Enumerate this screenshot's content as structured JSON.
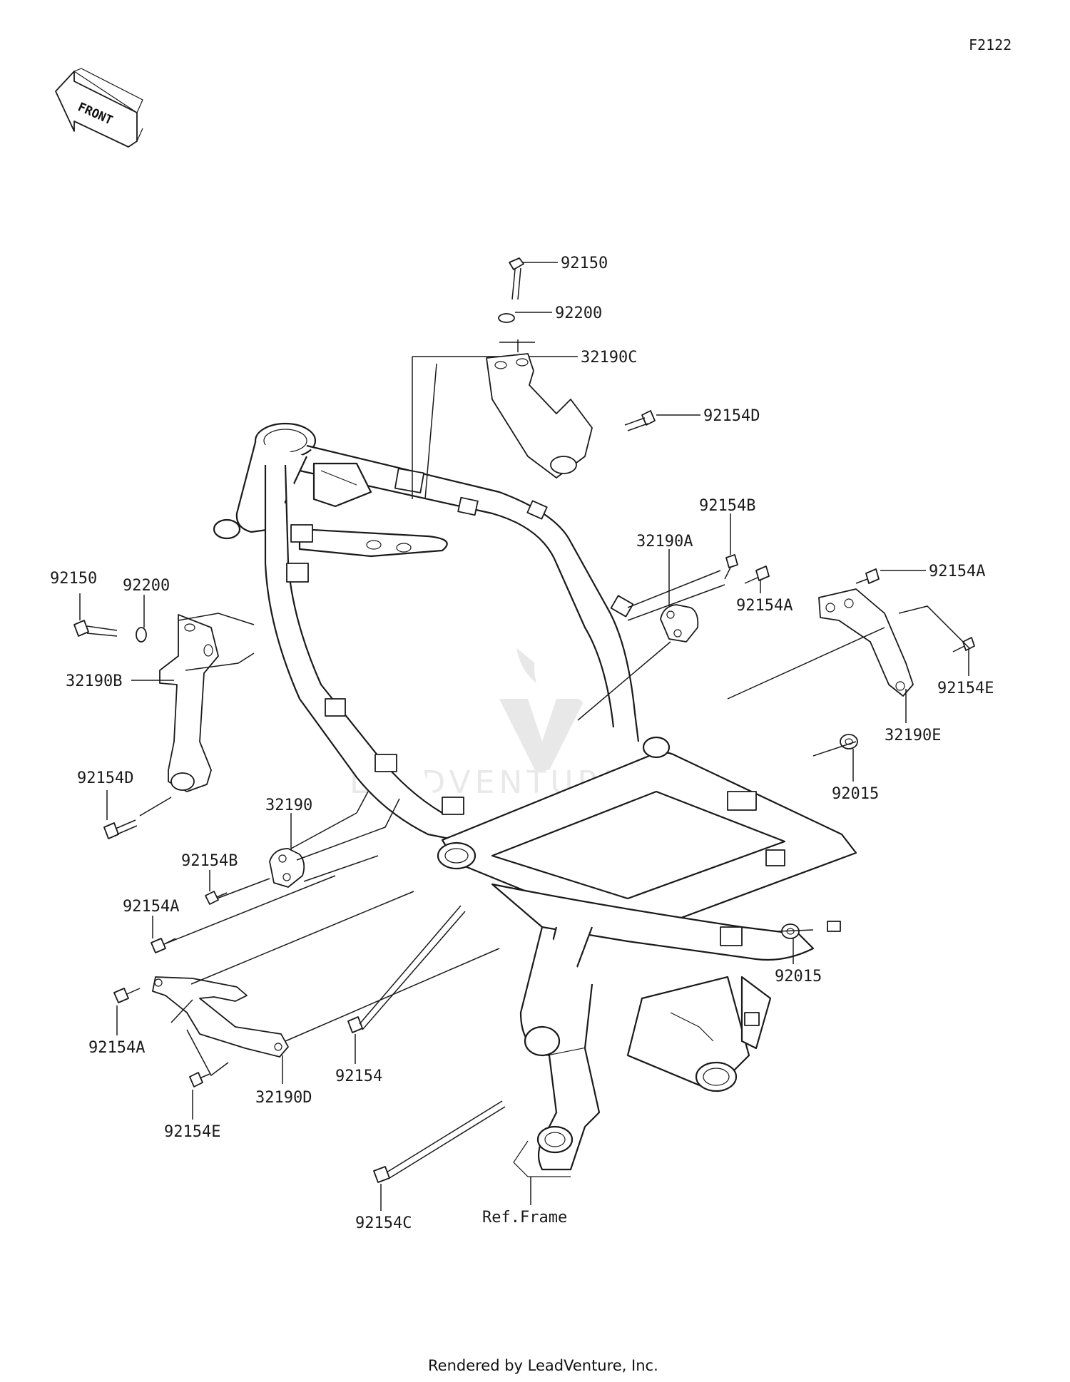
{
  "figure_code": "F2122",
  "front_label": "FRONT",
  "credit": "Rendered by LeadVenture, Inc.",
  "watermark": "LEADVENTURE",
  "labels": {
    "l_92150_top": "92150",
    "l_92200_top": "92200",
    "l_32190C": "32190C",
    "l_92154D_top": "92154D",
    "l_92154B_right": "92154B",
    "l_32190A": "32190A",
    "l_92154A_mid": "92154A",
    "l_92154A_right": "92154A",
    "l_92154E_right": "92154E",
    "l_32190E": "32190E",
    "l_92015_upper": "92015",
    "l_92150_left": "92150",
    "l_92200_left": "92200",
    "l_32190B": "32190B",
    "l_92154D_left": "92154D",
    "l_32190": "32190",
    "l_92154B_left": "92154B",
    "l_92154A_left1": "92154A",
    "l_92154A_left2": "92154A",
    "l_92154E_left": "92154E",
    "l_32190D": "32190D",
    "l_92154": "92154",
    "l_92154C": "92154C",
    "l_92015_lower": "92015",
    "l_ref_frame": "Ref.Frame"
  }
}
